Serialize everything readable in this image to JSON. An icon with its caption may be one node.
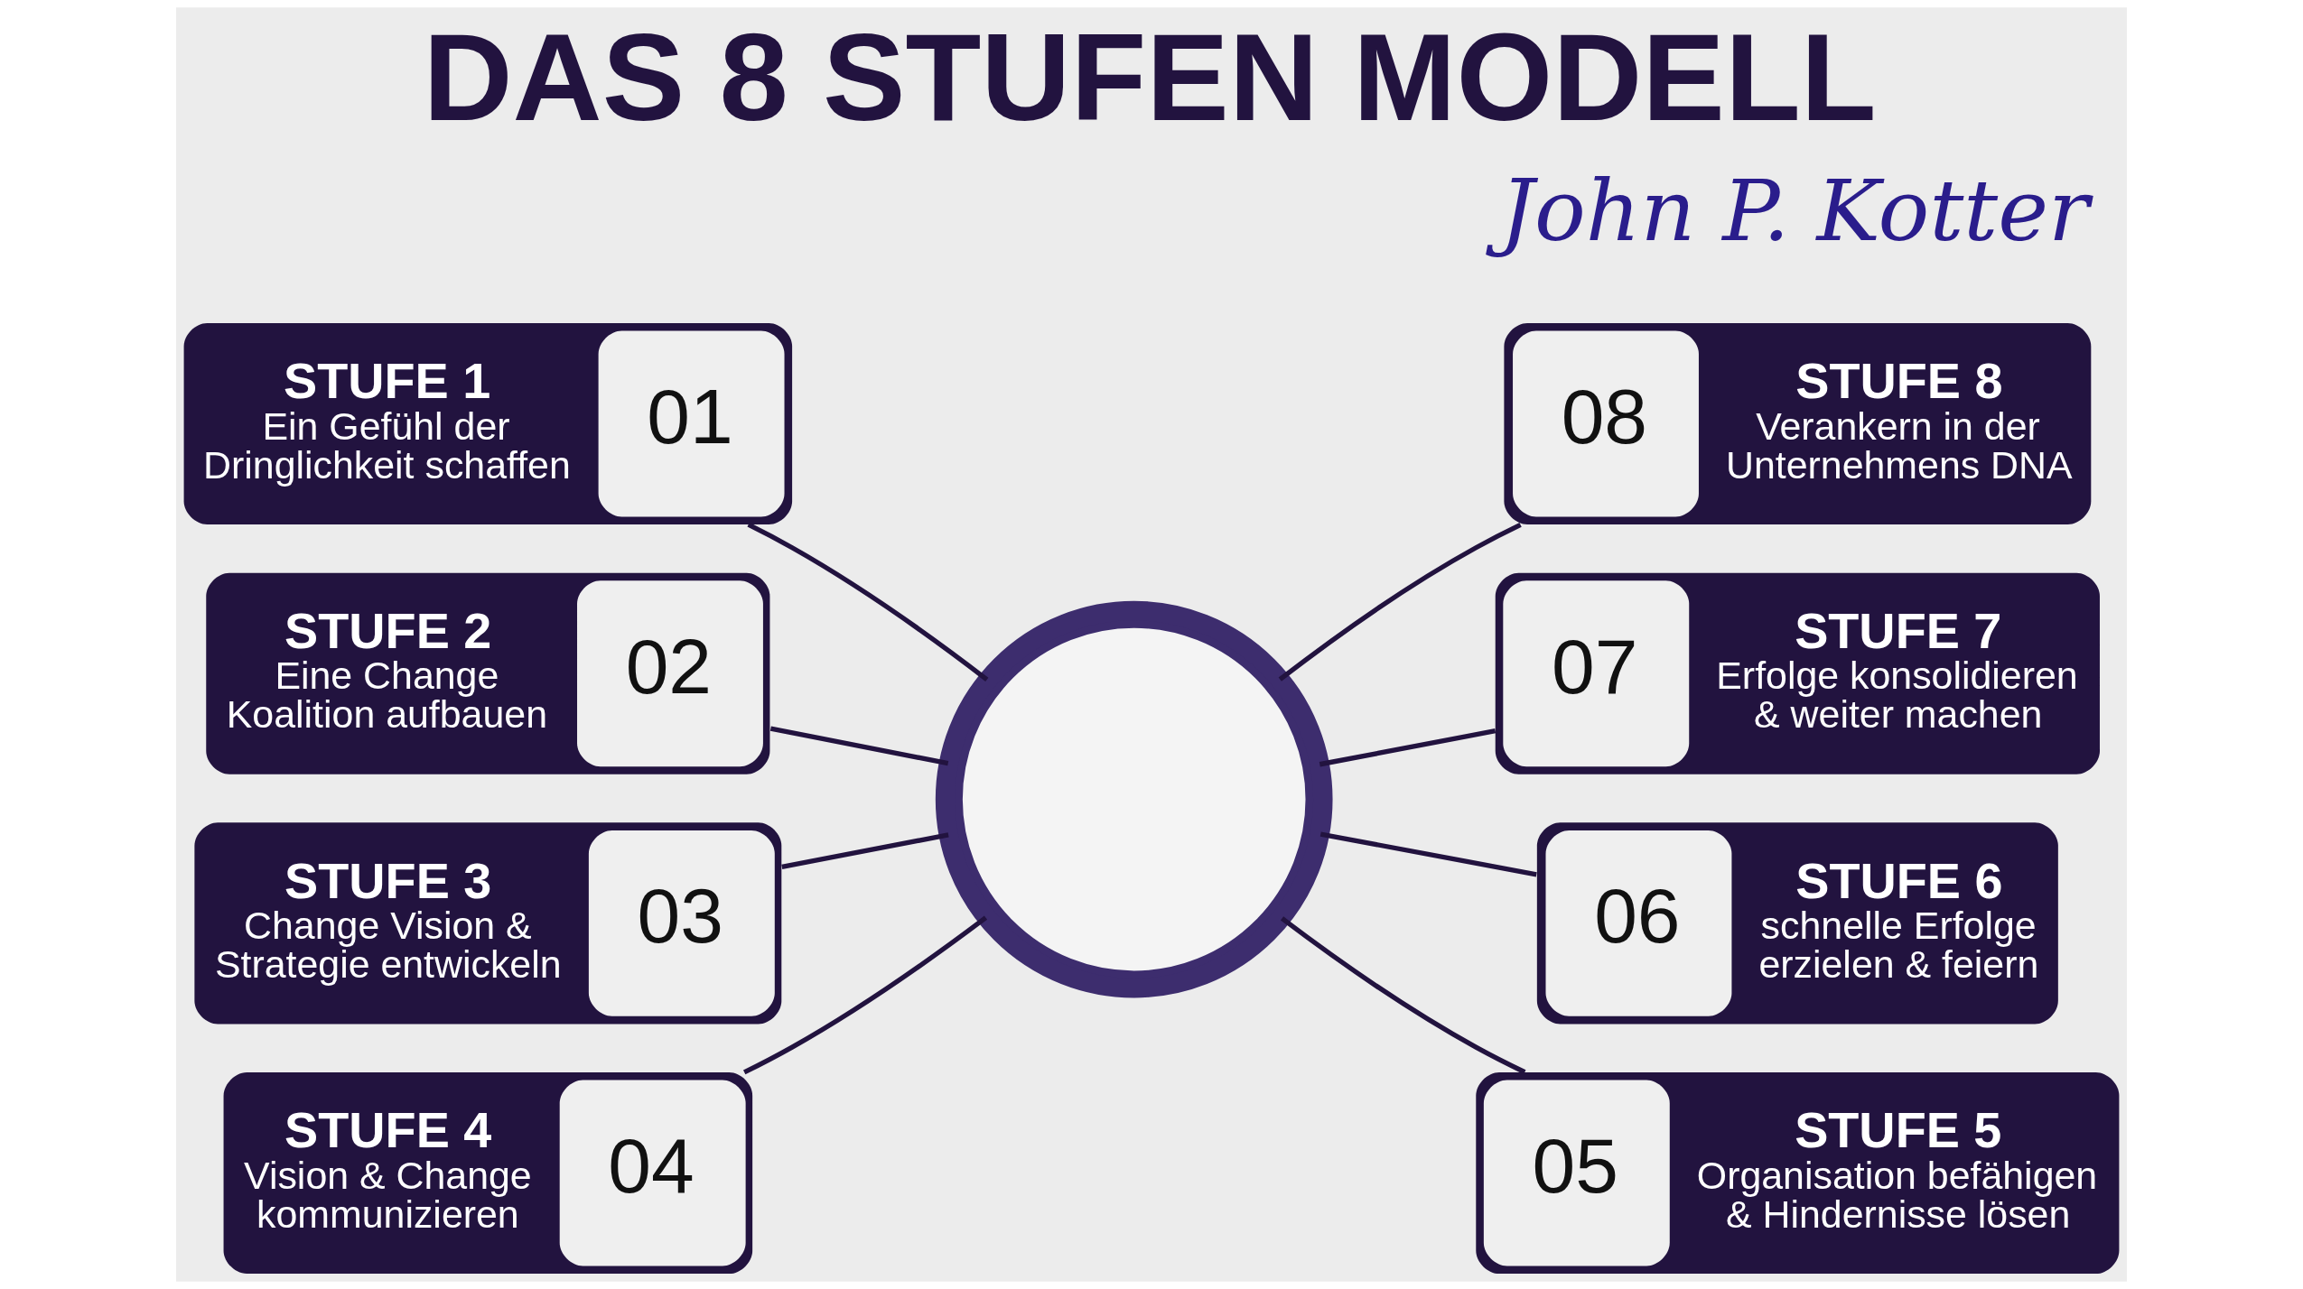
{
  "diagram": {
    "title": "DAS 8 STUFEN MODELL",
    "nodes": [
      {
        "text": [],
        "shape": "circle"
      },
      {
        "text": [
          "STUFE 1",
          "Ein Gefühl der Dringlichkeit schaffen",
          "01"
        ]
      },
      {
        "text": [
          "STUFE 2",
          "Eine Change Koalition aufbauen",
          "02"
        ]
      },
      {
        "text": [
          "STUFE 3",
          "Change Vision & Strategie entwickeln",
          "03"
        ]
      },
      {
        "text": [
          "STUFE 4",
          "Vision & Change kommunizieren",
          "04"
        ]
      },
      {
        "text": [
          "05",
          "STUFE 5",
          "Organisation befähigen & Hindernisse lösen"
        ]
      },
      {
        "text": [
          "06",
          "STUFE 6",
          "schnelle Erfolge erzielen & feiern"
        ]
      },
      {
        "text": [
          "07",
          "STUFE 7",
          "Erfolge konsolidieren & weiter machen"
        ]
      },
      {
        "text": [
          "08",
          "STUFE 8",
          "Verankern in der Unternehmens DNA"
        ]
      }
    ],
    "edges": [
      {
        "from": 1,
        "to": 0,
        "arrow": "none"
      },
      {
        "from": 2,
        "to": 0,
        "arrow": "none"
      },
      {
        "from": 3,
        "to": 0,
        "arrow": "none"
      },
      {
        "from": 4,
        "to": 0,
        "arrow": "none"
      },
      {
        "from": 0,
        "to": 8,
        "arrow": "none"
      },
      {
        "from": 0,
        "to": 7,
        "arrow": "none"
      },
      {
        "from": 0,
        "to": 6,
        "arrow": "none"
      },
      {
        "from": 0,
        "to": 5,
        "arrow": "none"
      }
    ],
    "labels": [
      "John P. Kotter"
    ]
  }
}
